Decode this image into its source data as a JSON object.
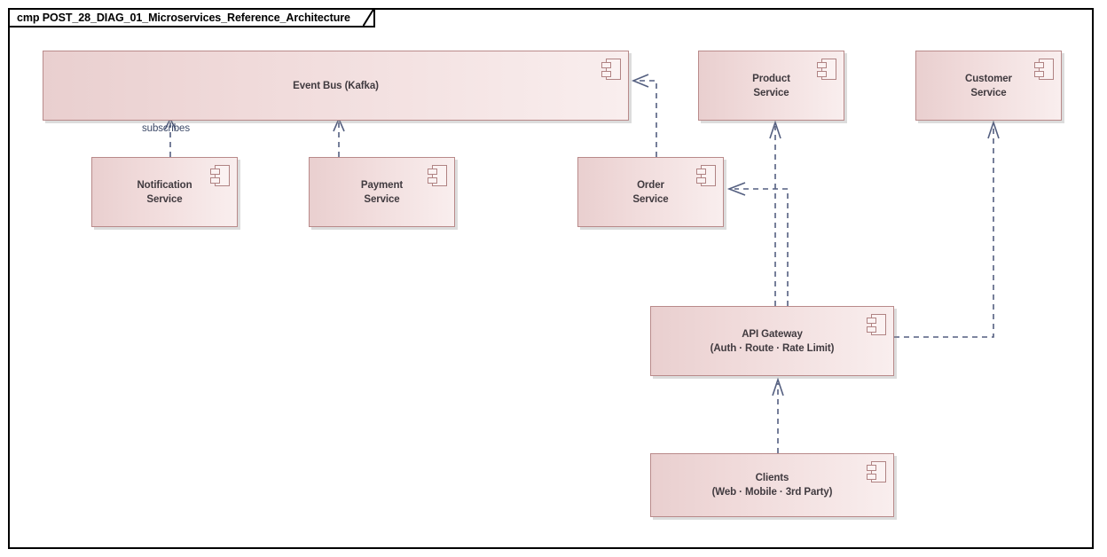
{
  "diagram": {
    "kind_prefix": "cmp",
    "title": "POST_28_DIAG_01_Microservices_Reference_Architecture",
    "frame_label": "cmp POST_28_DIAG_01_Microservices_Reference_Architecture"
  },
  "palette": {
    "component_border": "#b98a8a",
    "component_fill_dark": "#e9cfcf",
    "component_fill_light": "#f9eeee",
    "connector": "#545f80",
    "text": "#403a3f",
    "frame_border": "#000000"
  },
  "components": [
    {
      "id": "event-bus",
      "name": "Event Bus (Kafka)",
      "line1": "Event Bus (Kafka)",
      "line2": "",
      "icon": "uml-component-icon"
    },
    {
      "id": "product-service",
      "name": "Product Service",
      "line1": "Product",
      "line2": "Service",
      "icon": "uml-component-icon"
    },
    {
      "id": "customer-service",
      "name": "Customer Service",
      "line1": "Customer",
      "line2": "Service",
      "icon": "uml-component-icon"
    },
    {
      "id": "notification-service",
      "name": "Notification Service",
      "line1": "Notification",
      "line2": "Service",
      "icon": "uml-component-icon"
    },
    {
      "id": "payment-service",
      "name": "Payment Service",
      "line1": "Payment",
      "line2": "Service",
      "icon": "uml-component-icon"
    },
    {
      "id": "order-service",
      "name": "Order Service",
      "line1": "Order",
      "line2": "Service",
      "icon": "uml-component-icon"
    },
    {
      "id": "api-gateway",
      "name": "API Gateway",
      "line1": "API Gateway",
      "line2": "(Auth · Route · Rate Limit)",
      "icon": "uml-component-icon"
    },
    {
      "id": "clients",
      "name": "Clients",
      "line1": "Clients",
      "line2": "(Web · Mobile · 3rd Party)",
      "icon": "uml-component-icon"
    }
  ],
  "connectors": [
    {
      "id": "notification-to-event-bus",
      "from": "notification-service",
      "to": "event-bus",
      "style": "dashed-dependency",
      "label": "subscribes"
    },
    {
      "id": "payment-to-event-bus",
      "from": "payment-service",
      "to": "event-bus",
      "style": "dashed-dependency",
      "label": ""
    },
    {
      "id": "order-to-event-bus",
      "from": "order-service",
      "to": "event-bus",
      "style": "dashed-dependency",
      "label": ""
    },
    {
      "id": "gateway-to-order",
      "from": "api-gateway",
      "to": "order-service",
      "style": "dashed-dependency",
      "label": ""
    },
    {
      "id": "gateway-to-product",
      "from": "api-gateway",
      "to": "product-service",
      "style": "dashed-dependency",
      "label": ""
    },
    {
      "id": "gateway-to-customer",
      "from": "api-gateway",
      "to": "customer-service",
      "style": "dashed-dependency",
      "label": ""
    },
    {
      "id": "clients-to-gateway",
      "from": "clients",
      "to": "api-gateway",
      "style": "dashed-dependency",
      "label": ""
    }
  ],
  "labels": {
    "subscribes": "subscribes"
  }
}
